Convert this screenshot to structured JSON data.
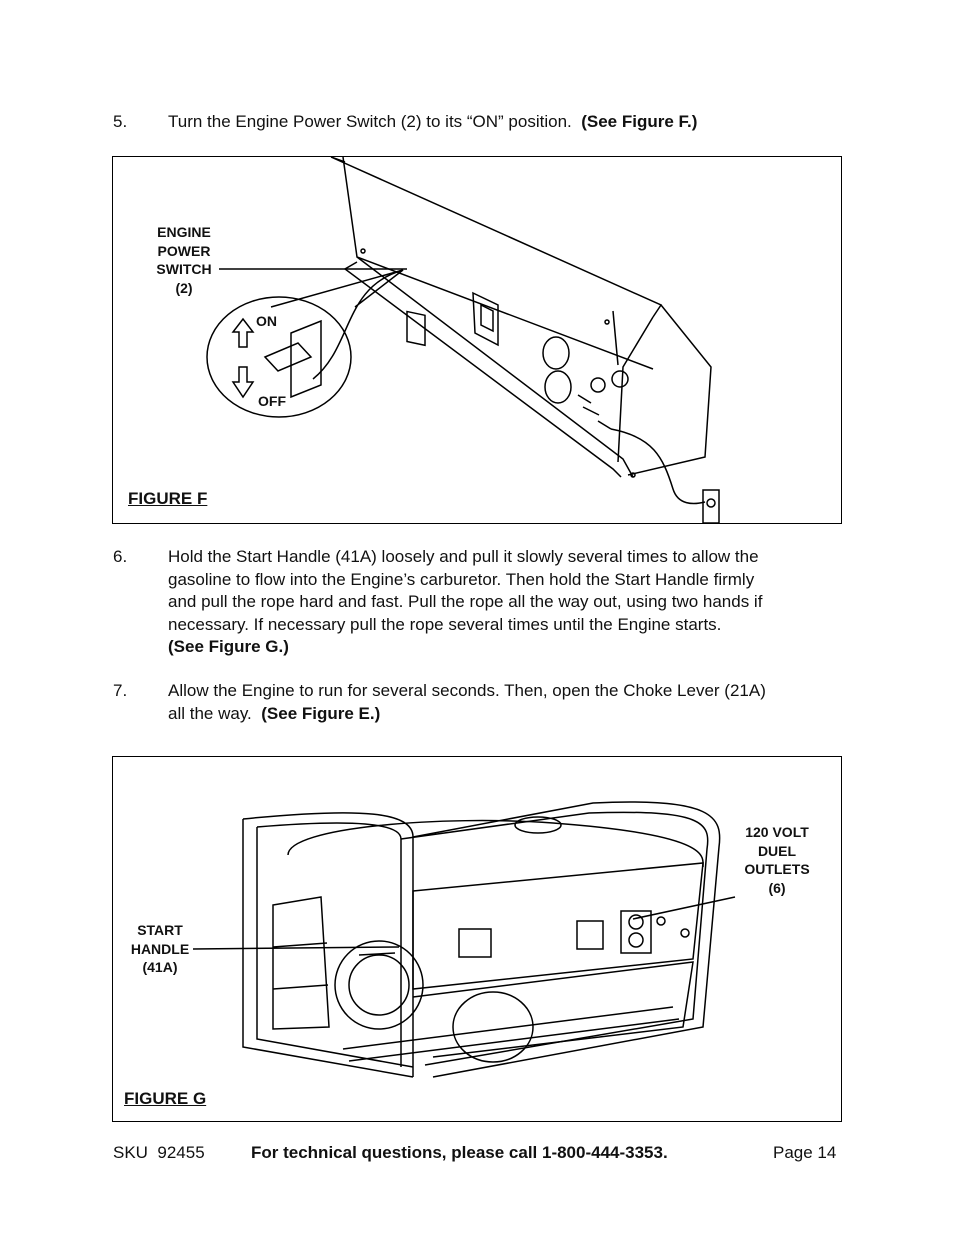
{
  "steps": [
    {
      "num": "5.",
      "text": "Turn the Engine Power Switch (2) to its “ON” position.",
      "ref": "(See Figure F.)"
    },
    {
      "num": "6.",
      "lines": [
        "Hold the Start Handle (41A) loosely and pull it slowly several times to allow the",
        "gasoline to flow into the Engine’s carburetor.  Then hold the Start Handle firmly",
        "and pull the rope hard and fast.  Pull the rope all the way out, using two hands if",
        "necessary.  If necessary pull the rope several times until the Engine starts."
      ],
      "ref": "(See Figure G.)"
    },
    {
      "num": "7.",
      "lines": [
        "Allow the Engine to run for several seconds.  Then, open the Choke Lever (21A)",
        "all the way."
      ],
      "ref": "(See Figure E.)"
    }
  ],
  "figure_f": {
    "label": "FIGURE F",
    "callout_switch": [
      "ENGINE",
      "POWER",
      "SWITCH",
      "(2)"
    ],
    "on": "ON",
    "off": "OFF"
  },
  "figure_g": {
    "label": "FIGURE G",
    "callout_outlets": [
      "120 VOLT",
      "DUEL",
      "OUTLETS",
      "(6)"
    ],
    "callout_handle": [
      "START",
      "HANDLE",
      "(41A)"
    ]
  },
  "footer": {
    "sku": "SKU  92455",
    "contact": "For technical questions, please call 1-800-444-3353.",
    "page": "Page 14"
  }
}
